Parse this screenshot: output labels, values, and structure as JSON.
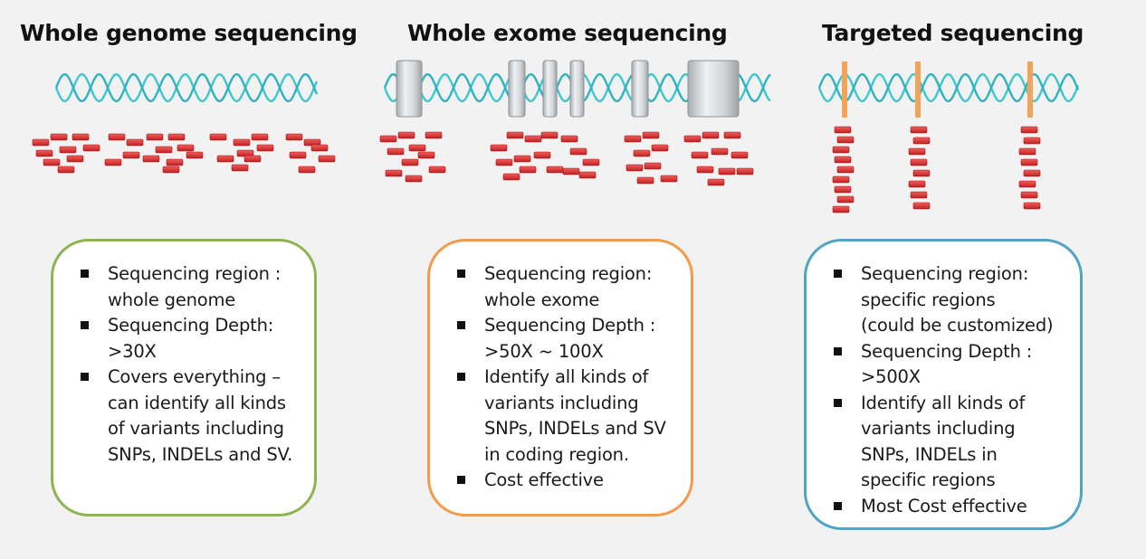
{
  "columns": [
    {
      "title": "Whole genome sequencing",
      "items": [
        [
          "Sequencing region :",
          "whole genome"
        ],
        [
          "Sequencing Depth:",
          ">30X"
        ],
        [
          "Covers everything –",
          "can identify all kinds",
          "of variants including",
          "SNPs, INDELs and SV."
        ]
      ]
    },
    {
      "title": "Whole exome sequencing",
      "items": [
        [
          "Sequencing region:",
          "whole exome"
        ],
        [
          "Sequencing Depth :",
          ">50X ~ 100X"
        ],
        [
          "Identify all kinds of",
          "variants including",
          "SNPs, INDELs and SV",
          "in coding region."
        ],
        [
          "Cost effective"
        ]
      ]
    },
    {
      "title": "Targeted sequencing",
      "items": [
        [
          "Sequencing region:",
          "specific regions",
          "(could be customized)"
        ],
        [
          "Sequencing Depth :",
          ">500X"
        ],
        [
          "Identify all kinds of",
          "variants including",
          "SNPs, INDELs in",
          "specific regions"
        ],
        [
          "Most Cost effective"
        ]
      ]
    }
  ],
  "colors": {
    "genome_box_border": "#8db451",
    "exome_box_border": "#f39b4a",
    "targeted_box_border": "#4ea5c4",
    "dna_strand": "#3cc8d0",
    "read": "#d62d2d",
    "exon": "#c8cdd0",
    "target_marker": "#f2a35a"
  }
}
